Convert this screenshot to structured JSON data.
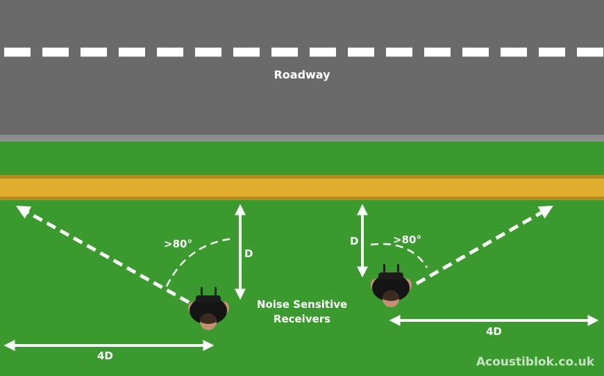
{
  "labels": {
    "roadway": "Roadway",
    "receivers_line1": "Noise Sensitive",
    "receivers_line2": "Receivers",
    "angle_left": ">80°",
    "angle_right": ">80°",
    "distance_left": "D",
    "distance_right": "D",
    "width_left": "4D",
    "width_right": "4D",
    "watermark": "Acoustiblok.co.uk"
  },
  "colors": {
    "road": "#6a6a6a",
    "curb": "#8e8e8e",
    "grass": "#3a9a2e",
    "barrier": "#e0ad2c",
    "barrier_edge": "#b88a22",
    "lines": "#ffffff"
  },
  "icons": [
    "person-top-view-icon",
    "person-top-view-icon"
  ]
}
